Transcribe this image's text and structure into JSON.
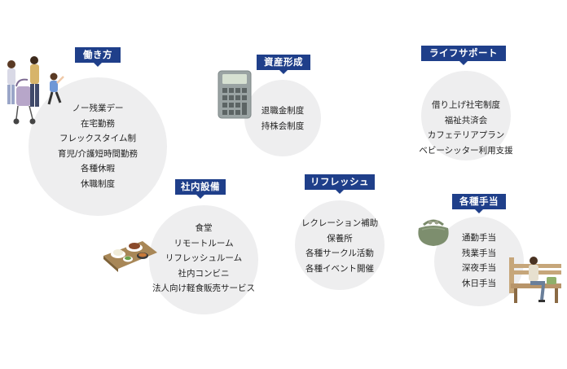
{
  "sections": [
    {
      "title": "働き方",
      "items": [
        "ノー残業デー",
        "在宅勤務",
        "フレックスタイム制",
        "育児/介護短時間勤務",
        "各種休暇",
        "休職制度"
      ]
    },
    {
      "title": "資産形成",
      "items": [
        "退職金制度",
        "持株会制度"
      ]
    },
    {
      "title": "ライフサポート",
      "items": [
        "借り上げ社宅制度",
        "福祉共済会",
        "カフェテリアプラン",
        "ベビーシッター利用支援"
      ]
    },
    {
      "title": "社内設備",
      "items": [
        "食堂",
        "リモートルーム",
        "リフレッシュルーム",
        "社内コンビニ",
        "法人向け軽食販売サービス"
      ]
    },
    {
      "title": "リフレッシュ",
      "items": [
        "レクレーション補助",
        "保養所",
        "各種サークル活動",
        "各種イベント開催"
      ]
    },
    {
      "title": "各種手当",
      "items": [
        "通勤手当",
        "残業手当",
        "深夜手当",
        "休日手当"
      ]
    }
  ],
  "illustrations": [
    "family-walking-illustration",
    "calculator-icon",
    "meal-tray-illustration",
    "coin-purse-icon",
    "person-on-bench-illustration"
  ]
}
